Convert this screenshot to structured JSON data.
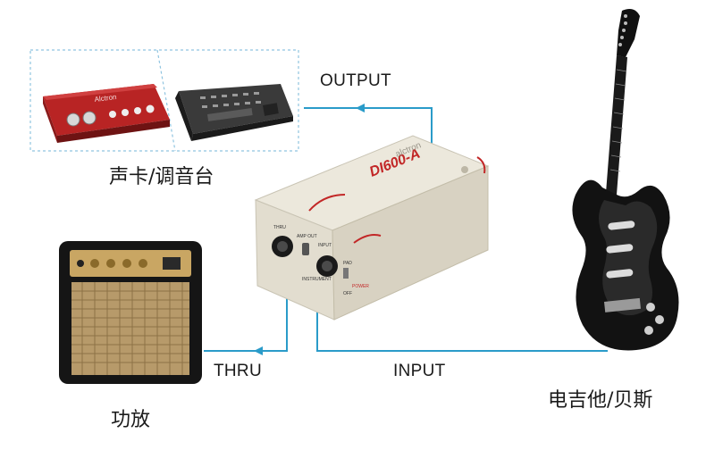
{
  "labels": {
    "output": "OUTPUT",
    "thru": "THRU",
    "input": "INPUT",
    "interface": "声卡/调音台",
    "amp": "功放",
    "guitar": "电吉他/贝斯"
  },
  "device": {
    "model": "DI600-A",
    "brand": "alctron",
    "panel_thru": "THRU",
    "panel_amp_out": "AMP OUT",
    "panel_input": "INPUT",
    "panel_instrument": "INSTRUMENT",
    "panel_pad": "PAD",
    "panel_power": "POWER",
    "panel_off": "OFF"
  },
  "audio_interface": {
    "brand": "Alctron"
  },
  "colors": {
    "cable": "#2a9bc9",
    "dashed_border": "#8fc4e0",
    "interface_red": "#c42a2a",
    "amp_gold": "#c9a663"
  }
}
